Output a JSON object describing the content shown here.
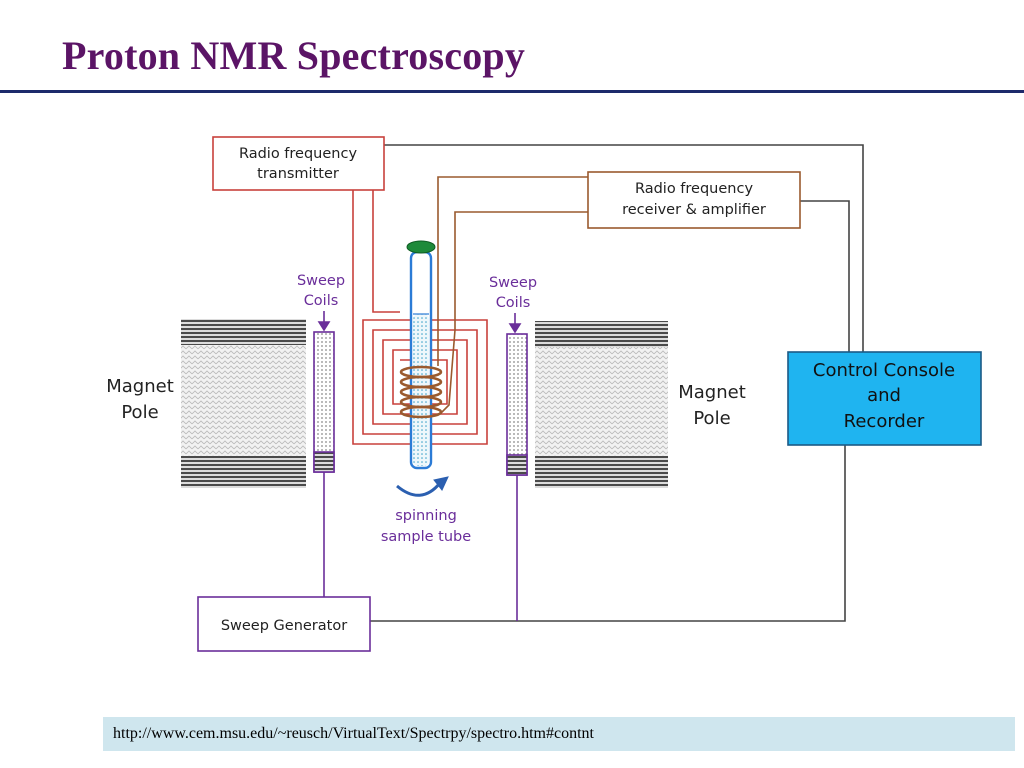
{
  "slide": {
    "title": "Proton NMR Spectroscopy",
    "source_url": "http://www.cem.msu.edu/~reusch/VirtualText/Spectrpy/spectro.htm#contnt"
  },
  "diagram": {
    "rf_transmitter": [
      "Radio frequency",
      "transmitter"
    ],
    "rf_receiver": [
      "Radio frequency",
      "receiver & amplifier"
    ],
    "sweep_coils_left": [
      "Sweep",
      "Coils"
    ],
    "sweep_coils_right": [
      "Sweep",
      "Coils"
    ],
    "magnet_pole_left": [
      "Magnet",
      "Pole"
    ],
    "magnet_pole_right": [
      "Magnet",
      "Pole"
    ],
    "control_console": [
      "Control Console",
      "and",
      "Recorder"
    ],
    "spinning_tube": [
      "spinning",
      "sample tube"
    ],
    "sweep_generator": "Sweep Generator"
  },
  "colors": {
    "title": "#5b1466",
    "transmitter_red": "#c8413c",
    "receiver_brown": "#9a5a2e",
    "sweep_purple": "#6a2e9a",
    "console_blue": "#1fb4f0",
    "wire_dark": "#444444"
  }
}
